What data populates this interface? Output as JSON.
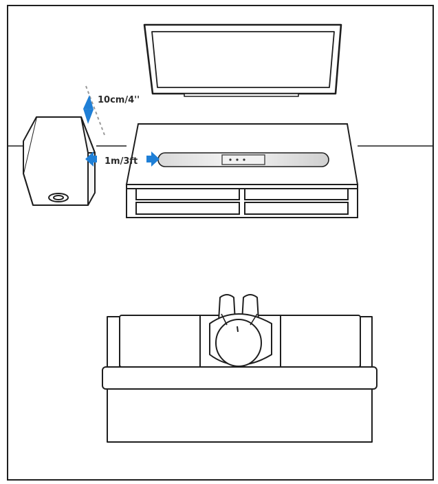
{
  "labels": {
    "subwoofer_clearance": "10cm/4''",
    "soundbar_distance": "1m/3ft"
  },
  "colors": {
    "arrow": "#1f7fd6",
    "line": "#1e1e1e",
    "background": "#ffffff"
  },
  "icons": {
    "tv": "flat-screen-tv",
    "soundbar": "soundbar",
    "subwoofer": "subwoofer",
    "cabinet": "tv-stand-cabinet",
    "sofa": "sofa",
    "listener": "seated-person-top-view"
  }
}
